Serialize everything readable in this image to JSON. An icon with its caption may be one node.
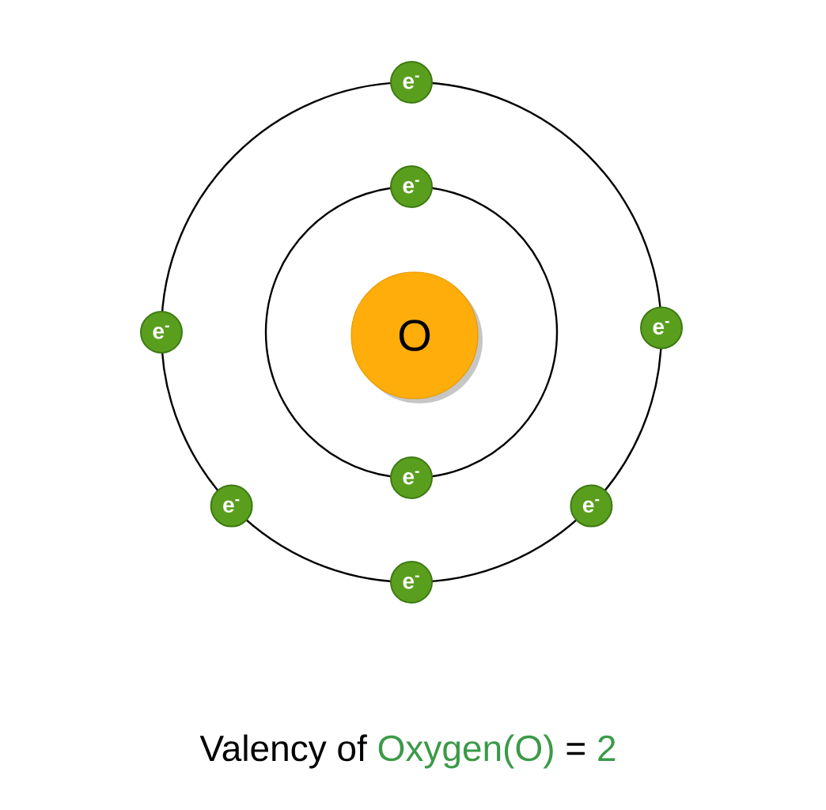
{
  "diagram": {
    "nodes": [
      {
        "text": [
          "O"
        ]
      },
      {
        "text": [
          "e$^{-}$"
        ]
      },
      {
        "text": [
          "e$^{-}$"
        ]
      },
      {
        "text": [
          "e$^{-}$"
        ]
      },
      {
        "text": [
          "e$^{-}$"
        ]
      },
      {
        "text": [
          "e$^{-}$"
        ]
      },
      {
        "text": [
          "e$^{-}$"
        ]
      },
      {
        "text": [
          "e$^{-}$"
        ]
      },
      {
        "text": [
          "e$^{-}$"
        ]
      }
    ],
    "labels": [
      "Valency of",
      "Oxygen(O)",
      "=",
      "2"
    ]
  }
}
